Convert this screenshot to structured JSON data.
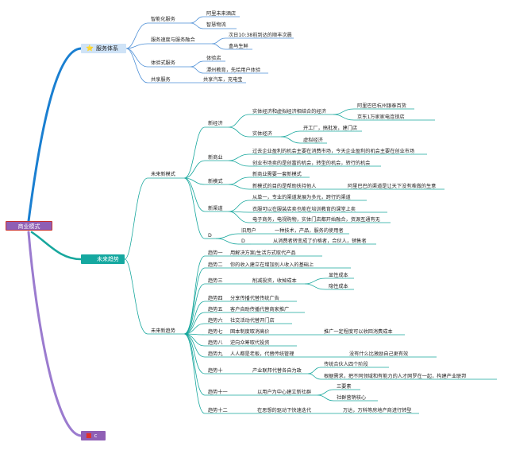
{
  "root": {
    "label": "商业模式"
  },
  "branches": {
    "service": {
      "label": "服务体系",
      "icon": "star-icon"
    },
    "trend": {
      "label": "未来趋势"
    },
    "c": {
      "label": "c",
      "icon": "red-square-icon"
    }
  },
  "service": {
    "smart": {
      "label": "智能化服务",
      "items": [
        "阿里未来酒店",
        "智慧物流"
      ]
    },
    "speed": {
      "label": "服务速度与服务融合",
      "items": [
        "次日10:38前到达的顺丰次晨",
        "盒马生鲜"
      ]
    },
    "experience": {
      "label": "体验式服务",
      "items": [
        "体验店",
        "潭州教育，先给用户体验"
      ]
    },
    "shared": {
      "label": "共享服务",
      "items": [
        "共享汽车，充电宝"
      ]
    }
  },
  "new_models": {
    "label": "未来新模式",
    "new_economy": {
      "label": "新经济",
      "combo": {
        "label": "实体经济和虚拟经济相结合的经济",
        "items": [
          "阿里巴巴杭州银泰百货",
          "京东1万家家电连锁店"
        ]
      },
      "real": {
        "label": "实体经济",
        "items": [
          "开工厂，搞批发，建门店",
          "虚拟经济"
        ]
      }
    },
    "new_business": {
      "label": "新商业",
      "items": [
        "过去企业盈利的机会主要在消费市场，今天企业盈利的机会主要在创业市场",
        "创业市场卖的是创富的机会，转型的机会，转行的机会"
      ]
    },
    "new_mode": {
      "label": "新模式",
      "items": [
        "新商业需要一套新模式",
        "新模式的目的是帮助扶持他人"
      ],
      "tail": "阿里巴巴的渠道是让天下没有难做的生意"
    },
    "new_channel": {
      "label": "新渠道",
      "items": [
        "从单一，专业的渠道发展为多元，跨行的渠道",
        "衣服可以在服装店卖也能在培训教育的课堂上卖",
        "电子商务，电视购物，实体门店都开始融合，资源互通有无"
      ]
    },
    "d": {
      "label": "D",
      "user": "旧用户",
      "user_tail": "一种技术，产品，服务的使用者",
      "d2": "D",
      "d2_tail": "从消费者转变成了价格者，合伙人，销售者"
    }
  },
  "new_trends": {
    "label": "未来新趋势",
    "items": [
      {
        "label": "趋势一",
        "text": "用解决方案/生活方式取代产品"
      },
      {
        "label": "趋势二",
        "text": "你的收入建立在增加别人收入的基础上"
      },
      {
        "label": "趋势三",
        "text": "削减投资，收掉成本",
        "subs": [
          "显性成本",
          "隐性成本"
        ]
      },
      {
        "label": "趋势四",
        "text": "分享传播代替传统广告"
      },
      {
        "label": "趋势五",
        "text": "客户自助传播代替商家推广"
      },
      {
        "label": "趋势六",
        "text": "社交活动代替开门店"
      },
      {
        "label": "趋势七",
        "text": "固本制度取消高价",
        "tail": "推广一定程度可以收回消费成本"
      },
      {
        "label": "趋势八",
        "text": "逆向众筹取代投资"
      },
      {
        "label": "趋势九",
        "text": "人人都是老板，代替传统管理",
        "tail": "没有什么比激励自己更有效"
      },
      {
        "label": "趋势十",
        "text": "产业联邦代替各自为政",
        "subs": [
          "传统合伙人四个阶段",
          "根据需求，把不同领域和有能力的人才网罗在一起，构建产业联邦"
        ]
      },
      {
        "label": "趋势十一",
        "text": "以用户为中心建立新社群",
        "subs": [
          "三要素",
          "社群营销核心"
        ]
      },
      {
        "label": "趋势十二",
        "text": "在思想的驱动下快速迭代",
        "tail": "万达，万科等房地产商进行转型"
      }
    ]
  }
}
